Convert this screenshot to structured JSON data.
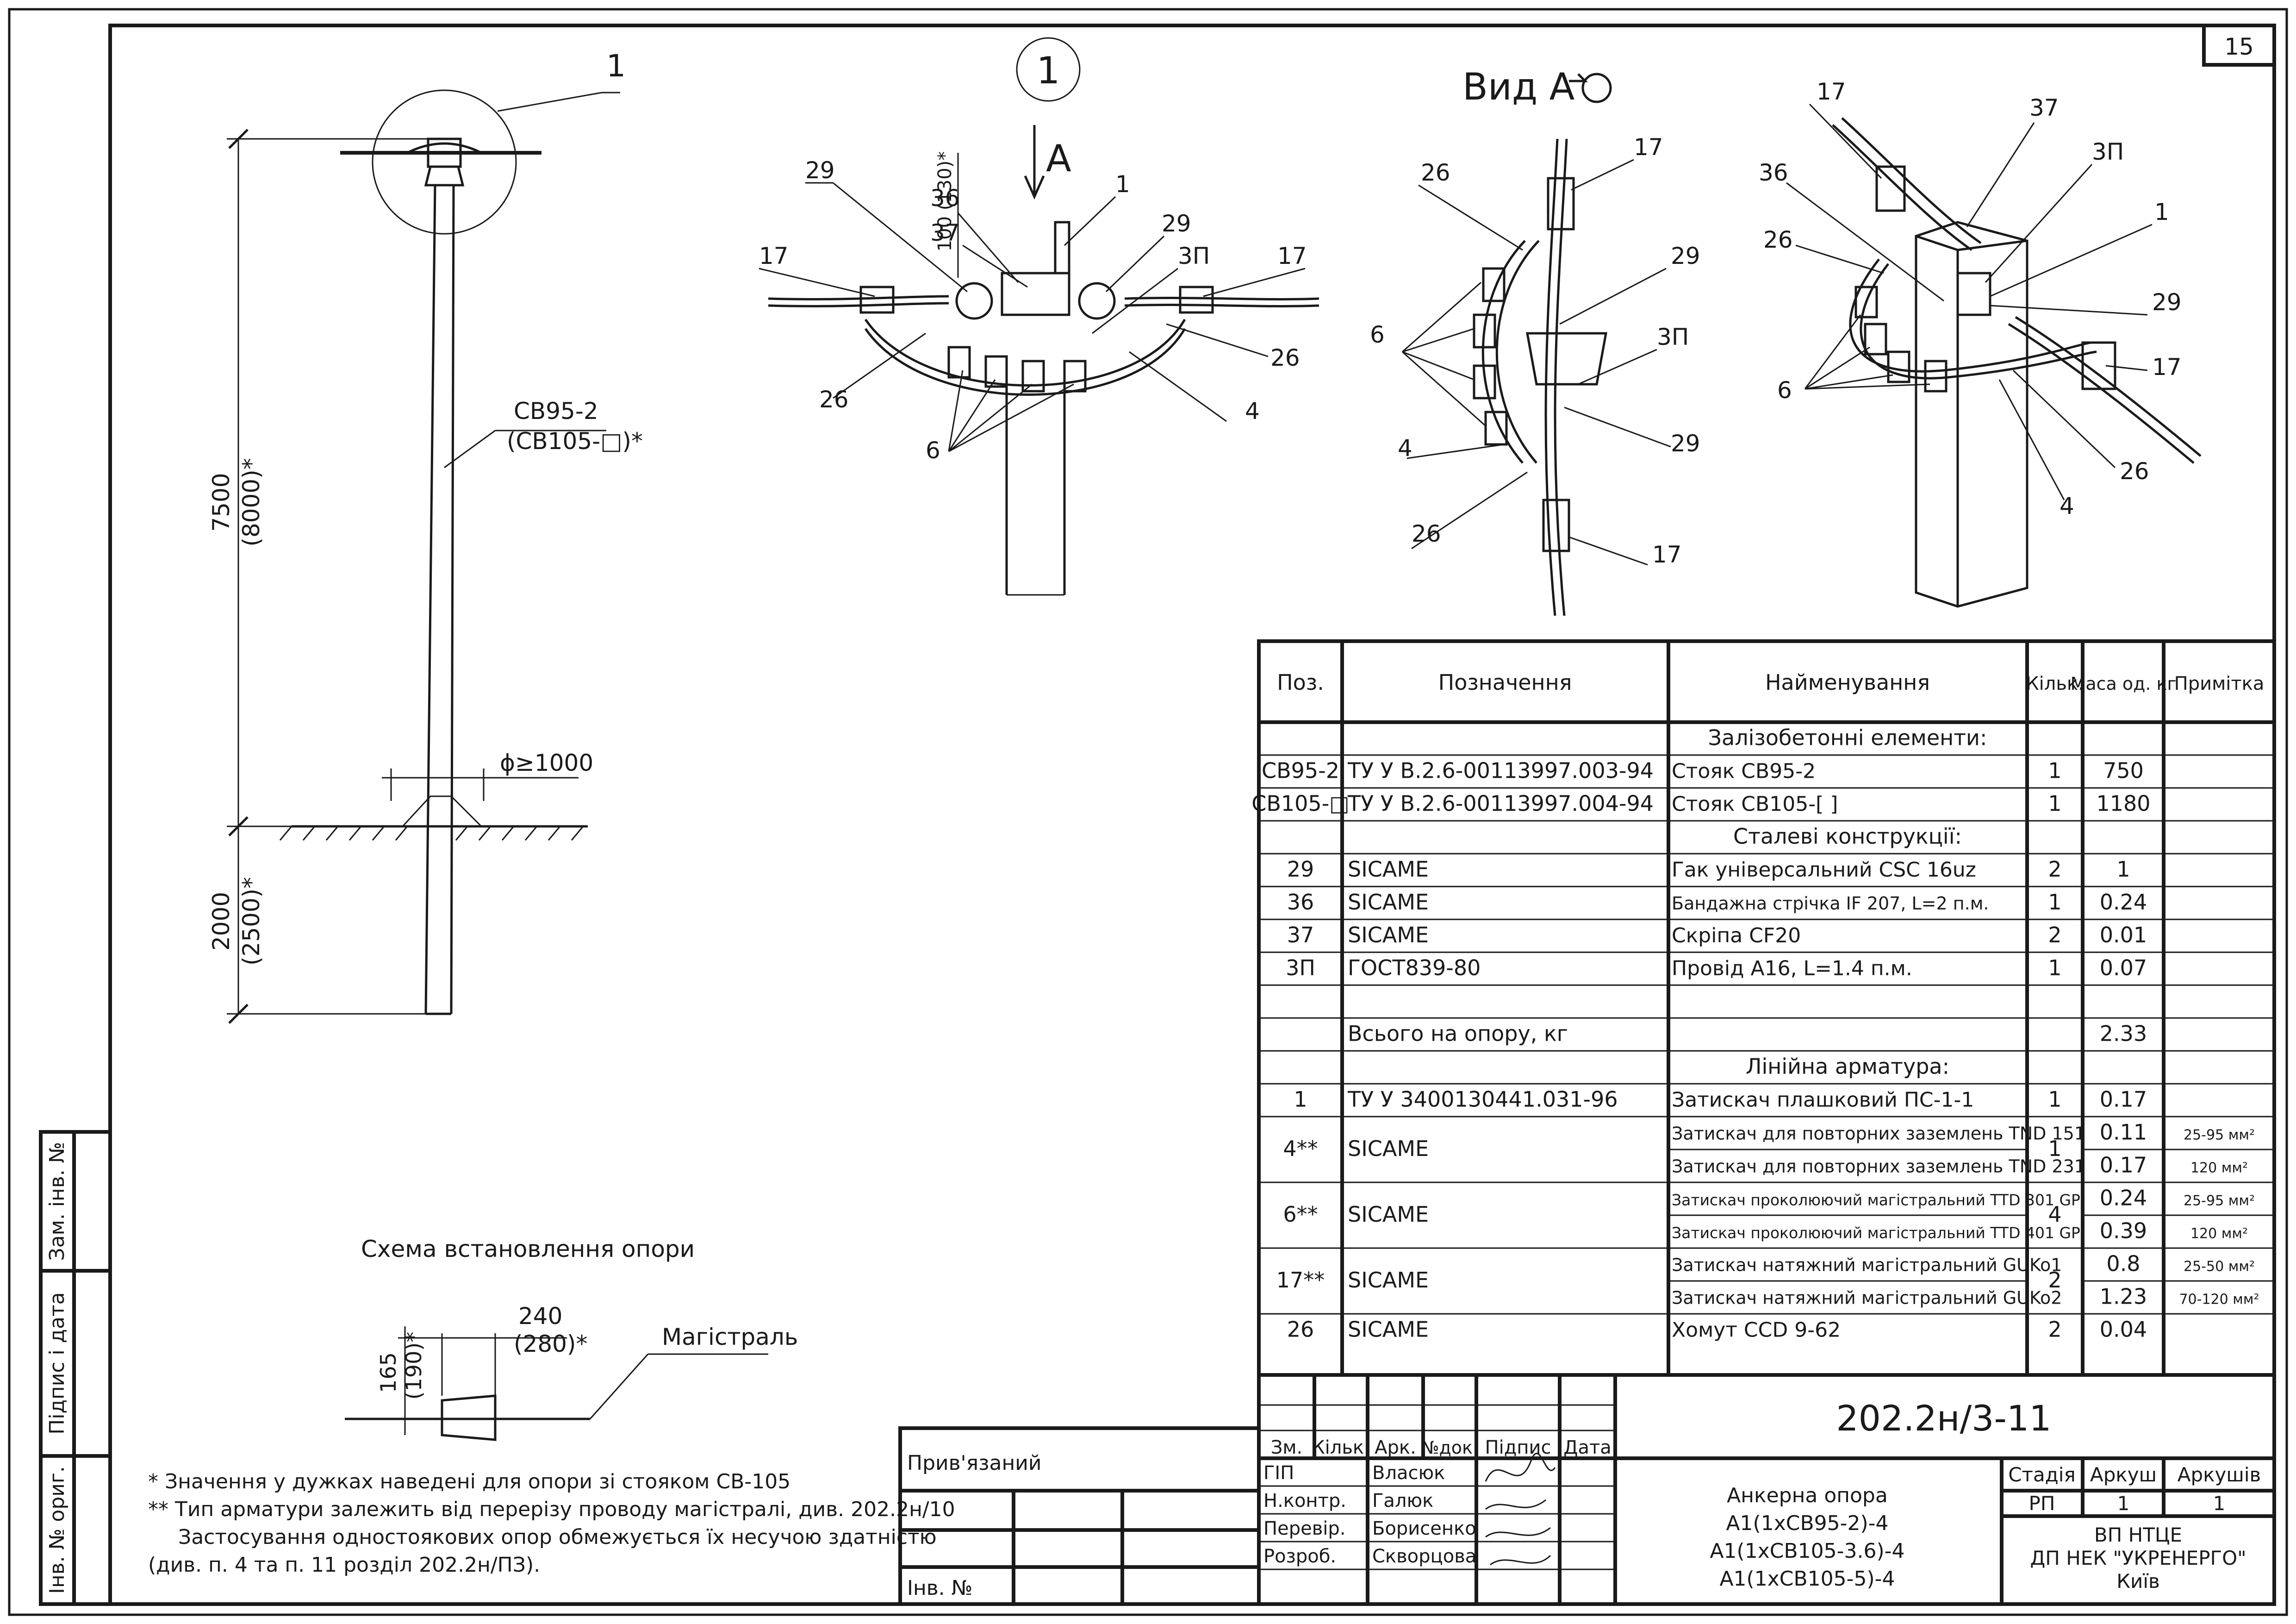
{
  "sheet_number": "15",
  "drawings": {
    "pole": {
      "callout": "1",
      "label_main": "СВ95-2",
      "label_alt": "(СВ105-□)*",
      "dim_height": "7500",
      "dim_height_alt": "(8000)*",
      "dim_depth": "2000",
      "dim_depth_alt": "(2500)*",
      "dim_diameter": "ϕ≥1000"
    },
    "node": {
      "title": "1",
      "view_arrow": "A",
      "dim_offset": "100 (130)*",
      "callouts": [
        "29",
        "36",
        "37",
        "1",
        "29",
        "3П",
        "17",
        "17",
        "26",
        "26",
        "4",
        "6"
      ]
    },
    "view_a": {
      "title": "Вид А",
      "callouts": [
        "26",
        "17",
        "29",
        "3П",
        "6",
        "4",
        "29",
        "26",
        "17"
      ]
    },
    "isometric": {
      "callouts": [
        "17",
        "37",
        "3П",
        "36",
        "26",
        "1",
        "29",
        "17",
        "6",
        "26",
        "4"
      ]
    },
    "scheme": {
      "title": "Схема встановлення опори",
      "dim_width": "240",
      "dim_width_alt": "(280)*",
      "dim_height": "165",
      "dim_height_alt": "(190)*",
      "label": "Магістраль"
    }
  },
  "spec_table": {
    "headers": [
      "Поз.",
      "Позначення",
      "Найменування",
      "Кільк.",
      "Маса од. кг",
      "Примітка"
    ],
    "rows": [
      {
        "kind": "section",
        "name": "Залізобетонні елементи:"
      },
      {
        "kind": "item",
        "pos": "СВ95-2",
        "designation": "ТУ У В.2.6-00113997.003-94",
        "name": "Стояк СВ95-2",
        "qty": "1",
        "mass": "750",
        "note": ""
      },
      {
        "kind": "item",
        "pos": "СВ105-□",
        "designation": "ТУ У В.2.6-00113997.004-94",
        "name": "Стояк СВ105-[   ]",
        "qty": "1",
        "mass": "1180",
        "note": ""
      },
      {
        "kind": "section",
        "name": "Сталеві конструкції:"
      },
      {
        "kind": "item",
        "pos": "29",
        "designation": "SICAME",
        "name": "Гак універсальний CSC 16uz",
        "qty": "2",
        "mass": "1",
        "note": ""
      },
      {
        "kind": "item",
        "pos": "36",
        "designation": "SICAME",
        "name": "Бандажна стрічка IF 207, L=2 п.м.",
        "qty": "1",
        "mass": "0.24",
        "note": ""
      },
      {
        "kind": "item",
        "pos": "37",
        "designation": "SICAME",
        "name": "Скріпа CF20",
        "qty": "2",
        "mass": "0.01",
        "note": ""
      },
      {
        "kind": "item",
        "pos": "3П",
        "designation": "ГОСТ839-80",
        "name": "Провід А16, L=1.4 п.м.",
        "qty": "1",
        "mass": "0.07",
        "note": ""
      },
      {
        "kind": "item",
        "pos": "",
        "designation": "",
        "name": "",
        "qty": "",
        "mass": "",
        "note": ""
      },
      {
        "kind": "item",
        "pos": "",
        "designation": "Всього на опору, кг",
        "name": "",
        "qty": "",
        "mass": "2.33",
        "note": ""
      },
      {
        "kind": "section",
        "name": "Лінійна арматура:"
      },
      {
        "kind": "item",
        "pos": "1",
        "designation": "ТУ У 3400130441.031-96",
        "name": "Затискач плашковий ПС-1-1",
        "qty": "1",
        "mass": "0.17",
        "note": ""
      },
      {
        "kind": "item",
        "pos": "4**",
        "designation": "SICAME",
        "name": "Затискач для повторних заземлень TND 151",
        "qty": "1",
        "mass": "0.11",
        "note": "25-95 мм²"
      },
      {
        "kind": "sub",
        "name": "Затискач для повторних заземлень TND 231",
        "mass": "0.17",
        "note": "120 мм²"
      },
      {
        "kind": "item",
        "pos": "6**",
        "designation": "SICAME",
        "name": "Затискач проколюючий магістральний TTD 301 GP",
        "qty": "4",
        "mass": "0.24",
        "note": "25-95 мм²"
      },
      {
        "kind": "sub",
        "name": "Затискач проколюючий магістральний TTD 401 GP",
        "mass": "0.39",
        "note": "120 мм²"
      },
      {
        "kind": "item",
        "pos": "17**",
        "designation": "SICAME",
        "name": "Затискач натяжний магістральний GUKo1",
        "qty": "2",
        "mass": "0.8",
        "note": "25-50 мм²"
      },
      {
        "kind": "sub",
        "name": "Затискач натяжний магістральний GUKo2",
        "mass": "1.23",
        "note": "70-120 мм²"
      },
      {
        "kind": "item",
        "pos": "26",
        "designation": "SICAME",
        "name": "Хомут CCD 9-62",
        "qty": "2",
        "mass": "0.04",
        "note": ""
      }
    ]
  },
  "notes": [
    "* Значення у дужках наведені для опори зі стояком СВ-105",
    "** Тип арматури залежить від перерізу проводу магістралі, див. 202.2н/10",
    "Застосування одностоякових опор обмежується їх несучою здатністю",
    "(див. п. 4 та п. 11 розділ 202.2н/ПЗ)."
  ],
  "left_stamp": [
    "Інв. № ориг.",
    "Підпис і дата",
    "Зам. інв. №"
  ],
  "tie_block": {
    "label": "Прив'язаний",
    "inv_label": "Інв. №"
  },
  "title_block": {
    "code": "202.2н/3-11",
    "change_headers": [
      "Зм.",
      "Кільк.",
      "Арк.",
      "№док.",
      "Підпис",
      "Дата"
    ],
    "roles": [
      {
        "role": "ГІП",
        "name": "Власюк"
      },
      {
        "role": "Н.контр.",
        "name": "Галюк"
      },
      {
        "role": "Перевір.",
        "name": "Борисенко"
      },
      {
        "role": "Розроб.",
        "name": "Скворцова"
      }
    ],
    "description": [
      "Анкерна опора",
      "А1(1хСВ95-2)-4",
      "А1(1хСВ105-3.6)-4",
      "А1(1хСВ105-5)-4"
    ],
    "stage_headers": [
      "Стадія",
      "Аркуш",
      "Аркушів"
    ],
    "stage_values": [
      "РП",
      "1",
      "1"
    ],
    "org": [
      "ВП НТЦЕ",
      "ДП НЕК \"УКРЕНЕРГО\"",
      "Київ"
    ]
  }
}
